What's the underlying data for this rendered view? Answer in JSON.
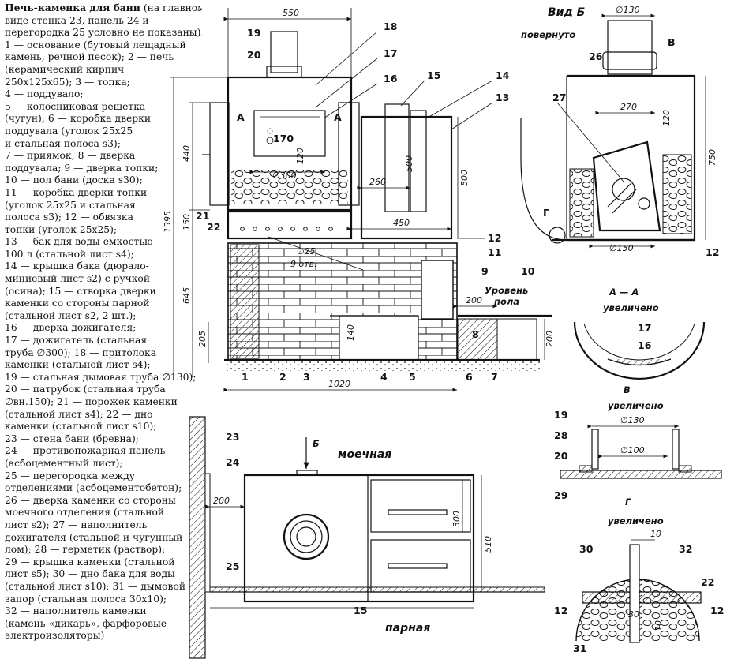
{
  "legend": {
    "title": "Печь-каменка для бани",
    "lines": [
      "(на главном",
      "виде стенка 23, панель 24 и",
      "перегородка 25 условно не показаны):",
      "1 — основание (бутовый лещадный",
      "камень, речной песок); 2 — печь",
      "(керамический кирпич",
      "250х125х65); 3 — топка;",
      "4 — поддувало;",
      "5 — колосниковая решетка",
      "(чугун); 6 — коробка дверки",
      "поддувала (уголок 25х25",
      "и стальная полоса s3);",
      "7 — приямок; 8 — дверка",
      "поддувала; 9 — дверка топки;",
      "10 — пол бани (доска s30);",
      "11 — коробка дверки топки",
      "(уголок 25х25 и стальная",
      "полоса s3); 12 — обвязка",
      "топки (уголок 25х25);",
      "13 — бак для воды емкостью",
      "100 л (стальной лист s4);",
      "14 — крышка бака (дюрало-",
      "миниевый лист s2) с ручкой",
      "(осина); 15 — створка дверки",
      "каменки со стороны парной",
      "(стальной лист s2, 2 шт.);",
      "16 — дверка дожигателя;",
      "17 — дожигатель (стальная",
      "труба ∅300); 18 — притолока",
      "каменки (стальной лист s4);",
      "19 — стальная дымовая труба ∅130);",
      "20 — патрубок (стальная труба",
      "∅вн.150); 21 — порожек каменки",
      "(стальной лист s4); 22 — дно",
      "каменки (стальной лист s10);",
      "23 — стена бани (бревна);",
      "24 — противопожарная панель",
      "(асбоцементный лист);",
      "25 — перегородка между",
      "отделениями (асбоцементобетон);",
      "26 — дверка каменки со стороны",
      "моечного отделения (стальной",
      "лист s2); 27 — наполнитель",
      "дожигателя (стальной и чугунный",
      "лом); 28 — герметик (раствор);",
      "29 — крышка каменки (стальной",
      "лист s5); 30 — дно бака для воды",
      "(стальной лист s10); 31 — дымовой",
      "запор (стальная полоса 30х10);",
      "32 — наполнитель каменки",
      "(камень-«дикарь», фарфоровые",
      "электроизоляторы)"
    ]
  },
  "main": {
    "dims": {
      "d550": "550",
      "d440": "440",
      "d150": "150",
      "d1395": "1395",
      "d645": "645",
      "d205": "205",
      "d170": "170",
      "d120": "120",
      "d300": "∅300",
      "d260": "260",
      "d500": "500",
      "d450": "450",
      "d25": "∅25",
      "d9otv": "9 отв.",
      "d140": "140",
      "d200": "200",
      "d200b": "200",
      "d1020": "1020",
      "a1": "A",
      "a2": "A"
    },
    "labels": {
      "n1": "1",
      "n2": "2",
      "n3": "3",
      "n4": "4",
      "n5": "5",
      "n6": "6",
      "n7": "7",
      "n8": "8",
      "n9": "9",
      "n10": "10",
      "n11": "11",
      "n12": "12",
      "n13": "13",
      "n14": "14",
      "n15": "15",
      "n16": "16",
      "n17": "17",
      "n18": "18",
      "n19": "19",
      "n20": "20",
      "n21": "21",
      "n22": "22"
    },
    "floor_text_1": "Уровень",
    "floor_text_2": "пола"
  },
  "view_b": {
    "title": "Вид Б",
    "subtitle": "повернуто",
    "dims": {
      "d130": "∅130",
      "d270": "270",
      "d120": "120",
      "d750": "750",
      "d150": "∅150"
    },
    "labels": {
      "n26": "26",
      "n27": "27",
      "nB": "В",
      "nG": "Г",
      "n12": "12"
    }
  },
  "section_aa": {
    "title": "А — А",
    "subtitle": "увеличено",
    "labels": {
      "n17": "17",
      "n16": "16"
    }
  },
  "detail_v": {
    "title": "В",
    "subtitle": "увеличено",
    "dims": {
      "d130": "∅130",
      "d100": "∅100"
    },
    "labels": {
      "n19": "19",
      "n28": "28",
      "n20": "20",
      "n29": "29"
    }
  },
  "detail_g": {
    "title": "Г",
    "subtitle": "увеличено",
    "dims": {
      "d10": "10",
      "d30": "30",
      "d10b": "10"
    },
    "labels": {
      "n30": "30",
      "n32": "32",
      "n22": "22",
      "n12a": "12",
      "n12b": "12",
      "n31": "31"
    }
  },
  "plan": {
    "room_top": "моечная",
    "room_bottom": "парная",
    "arrow_label": "Б",
    "dims": {
      "d200": "200",
      "d300": "300",
      "d510": "510"
    },
    "labels": {
      "n23": "23",
      "n24": "24",
      "n25": "25",
      "n15": "15"
    }
  }
}
